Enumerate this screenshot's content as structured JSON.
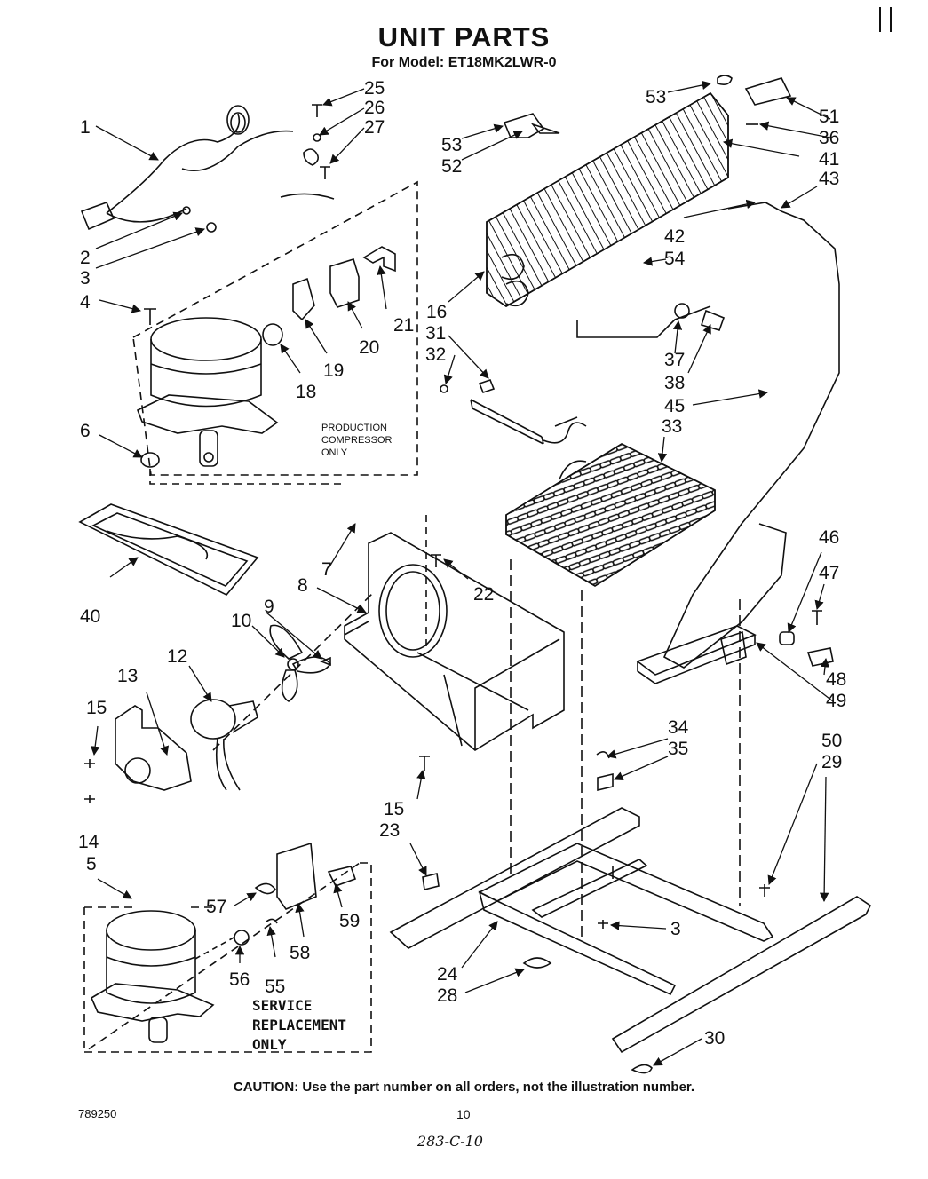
{
  "header": {
    "title": "UNIT PARTS",
    "subtitle": "For Model: ET18MK2LWR-0"
  },
  "notes": {
    "production_1": "PRODUCTION",
    "production_2": "COMPRESSOR",
    "production_3": "ONLY",
    "service_1": "SERVICE",
    "service_2": "REPLACEMENT",
    "service_3": "ONLY"
  },
  "footer": {
    "caution": "CAUTION: Use the part number on all orders, not the illustration number.",
    "doc_number": "789250",
    "page_number": "10",
    "handwritten": "283-C-10"
  },
  "callouts": [
    {
      "id": "c1",
      "label": "1"
    },
    {
      "id": "c2",
      "label": "2"
    },
    {
      "id": "c3a",
      "label": "3"
    },
    {
      "id": "c4",
      "label": "4"
    },
    {
      "id": "c5",
      "label": "5"
    },
    {
      "id": "c6",
      "label": "6"
    },
    {
      "id": "c7",
      "label": "7"
    },
    {
      "id": "c8",
      "label": "8"
    },
    {
      "id": "c9",
      "label": "9"
    },
    {
      "id": "c10",
      "label": "10"
    },
    {
      "id": "c12",
      "label": "12"
    },
    {
      "id": "c13",
      "label": "13"
    },
    {
      "id": "c14",
      "label": "14"
    },
    {
      "id": "c15a",
      "label": "15"
    },
    {
      "id": "c15b",
      "label": "15"
    },
    {
      "id": "c16",
      "label": "16"
    },
    {
      "id": "c18",
      "label": "18"
    },
    {
      "id": "c19",
      "label": "19"
    },
    {
      "id": "c20",
      "label": "20"
    },
    {
      "id": "c21",
      "label": "21"
    },
    {
      "id": "c22",
      "label": "22"
    },
    {
      "id": "c23",
      "label": "23"
    },
    {
      "id": "c24",
      "label": "24"
    },
    {
      "id": "c25",
      "label": "25"
    },
    {
      "id": "c26",
      "label": "26"
    },
    {
      "id": "c27",
      "label": "27"
    },
    {
      "id": "c28",
      "label": "28"
    },
    {
      "id": "c29",
      "label": "29"
    },
    {
      "id": "c30",
      "label": "30"
    },
    {
      "id": "c31",
      "label": "31"
    },
    {
      "id": "c32",
      "label": "32"
    },
    {
      "id": "c33",
      "label": "33"
    },
    {
      "id": "c34",
      "label": "34"
    },
    {
      "id": "c35",
      "label": "35"
    },
    {
      "id": "c36",
      "label": "36"
    },
    {
      "id": "c37",
      "label": "37"
    },
    {
      "id": "c38",
      "label": "38"
    },
    {
      "id": "c40",
      "label": "40"
    },
    {
      "id": "c41",
      "label": "41"
    },
    {
      "id": "c42",
      "label": "42"
    },
    {
      "id": "c43",
      "label": "43"
    },
    {
      "id": "c45",
      "label": "45"
    },
    {
      "id": "c46",
      "label": "46"
    },
    {
      "id": "c47",
      "label": "47"
    },
    {
      "id": "c48",
      "label": "48"
    },
    {
      "id": "c49",
      "label": "49"
    },
    {
      "id": "c50",
      "label": "50"
    },
    {
      "id": "c51",
      "label": "51"
    },
    {
      "id": "c52",
      "label": "52"
    },
    {
      "id": "c53a",
      "label": "53"
    },
    {
      "id": "c53b",
      "label": "53"
    },
    {
      "id": "c54",
      "label": "54"
    },
    {
      "id": "c55",
      "label": "55"
    },
    {
      "id": "c56",
      "label": "56"
    },
    {
      "id": "c57",
      "label": "57"
    },
    {
      "id": "c58",
      "label": "58"
    },
    {
      "id": "c59",
      "label": "59"
    },
    {
      "id": "c3b",
      "label": "3"
    }
  ]
}
